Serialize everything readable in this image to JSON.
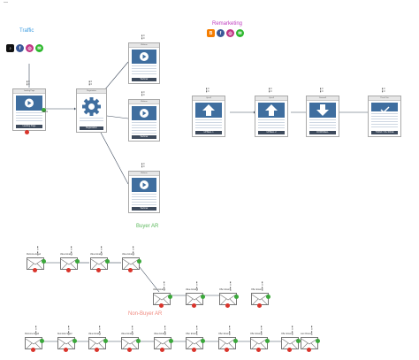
{
  "page": {
    "corner_mark": "—"
  },
  "sections": {
    "traffic": {
      "title": "Traffic",
      "color": "#3a9be0"
    },
    "remarketing": {
      "title": "Remarketing",
      "color": "#c040c0"
    },
    "buyer_ar": {
      "title": "Buyer AR",
      "color": "#5cb85c"
    },
    "non_buyer_ar": {
      "title": "Non-Buyer AR",
      "color": "#f08a80"
    }
  },
  "traffic_icons": [
    {
      "name": "tiktok-icon",
      "glyph": "♪",
      "color": "#111111"
    },
    {
      "name": "facebook-icon",
      "glyph": "f",
      "color": "#3b5998"
    },
    {
      "name": "instagram-icon",
      "glyph": "◎",
      "color": "#c13584"
    },
    {
      "name": "messenger-icon",
      "glyph": "✉",
      "color": "#2eb82e"
    }
  ],
  "remarketing_icons": [
    {
      "name": "blogger-icon",
      "glyph": "B",
      "color": "#f57d00"
    },
    {
      "name": "facebook-icon",
      "glyph": "f",
      "color": "#3b5998"
    },
    {
      "name": "instagram-icon",
      "glyph": "◎",
      "color": "#c13584"
    },
    {
      "name": "messenger-icon",
      "glyph": "✉",
      "color": "#2eb82e"
    }
  ],
  "pages": {
    "landing": {
      "header": "Landing Page",
      "label": "Landing Page",
      "stat": "30%"
    },
    "registration": {
      "header": "Registration",
      "label": "Registration"
    },
    "webinar_top": {
      "header": "Webinar",
      "label": "Webinar"
    },
    "webinar_mid": {
      "header": "Webinar",
      "label": "Webinar"
    },
    "webinar_bottom": {
      "header": "Webinar",
      "label": "Webinar"
    },
    "upsell1": {
      "header": "Upsell",
      "label": "UPSELL 1"
    },
    "upsell2": {
      "header": "Upsell",
      "label": "UPSELL 2"
    },
    "downsell": {
      "header": "Downsell",
      "label": "DOWNSELL"
    },
    "thank_you": {
      "header": "Thank You",
      "label": "THANK YOU PAGE"
    }
  },
  "buyer_emails": [
    "Welcome Email",
    "Value Email 1",
    "Value Email 2",
    "Value Email 3",
    "Value Email 4",
    "Value Email 5",
    "Offer Email 1",
    "Offer Email 2"
  ],
  "non_buyer_emails": [
    "Welcome Email",
    "Reminder Email",
    "Value Email 1",
    "Value Email 2",
    "Value Email 3",
    "Offer Email 1",
    "Offer Email 2",
    "Offer Email 3",
    "Offer Email 4",
    "Last Chance"
  ]
}
